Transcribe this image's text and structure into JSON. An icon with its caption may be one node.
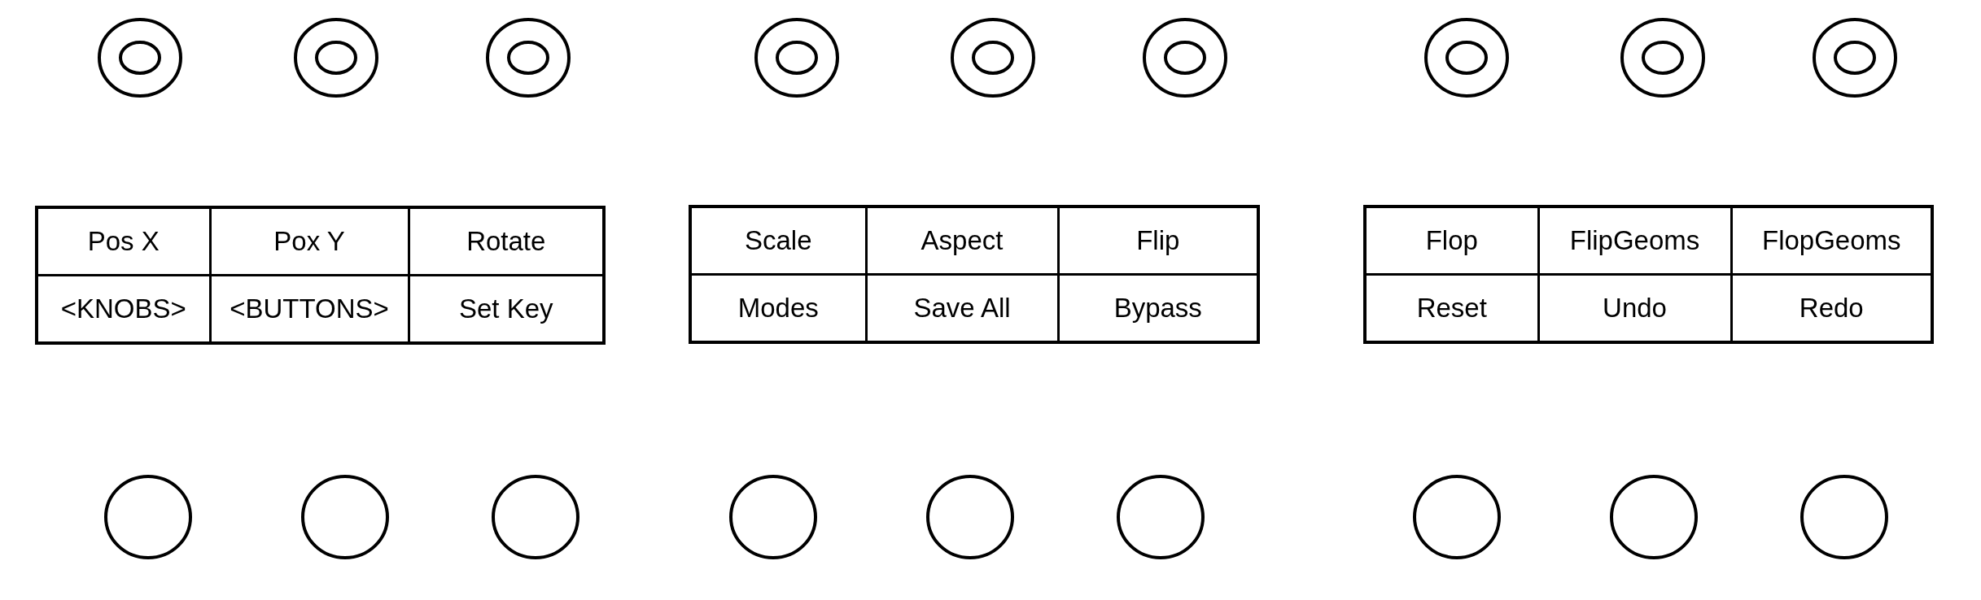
{
  "diagram": {
    "labels": [
      "Pos X",
      "Pox Y",
      "Rotate",
      "<KNOBS>",
      "<BUTTONS>",
      "Set Key",
      "Scale",
      "Aspect",
      "Flip",
      "Modes",
      "Save All",
      "Bypass",
      "Flop",
      "FlipGeoms",
      "FlopGeoms",
      "Reset",
      "Undo",
      "Redo"
    ]
  }
}
